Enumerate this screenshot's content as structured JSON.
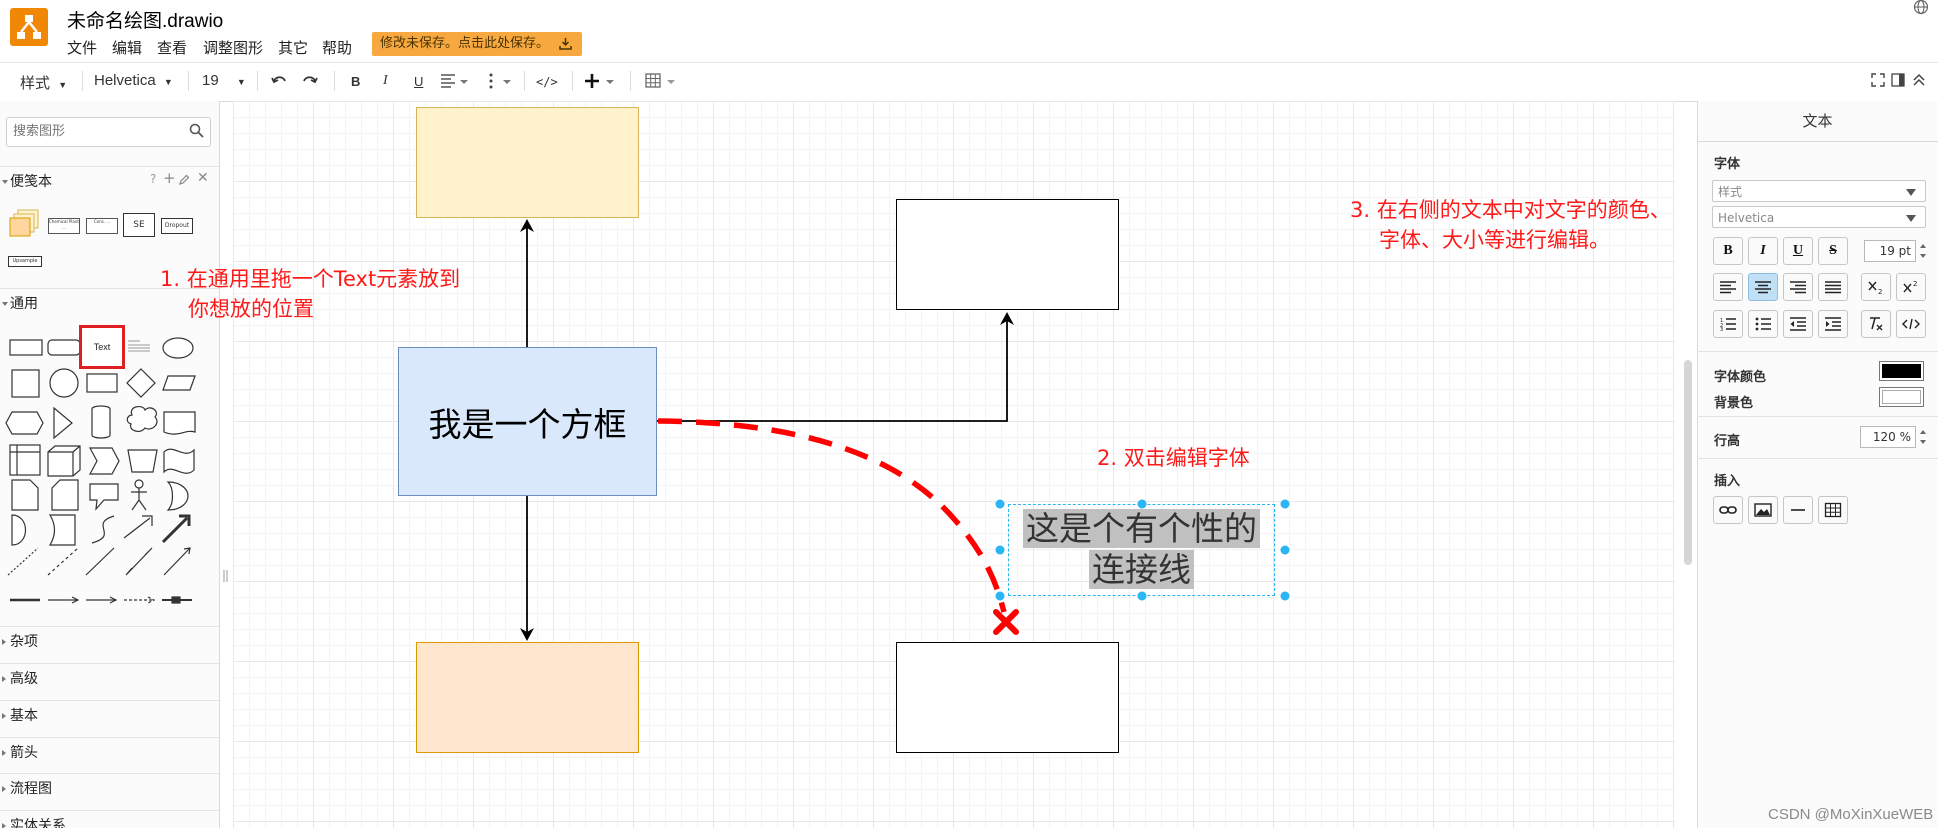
{
  "header": {
    "title": "未命名绘图.drawio",
    "menu": [
      "文件",
      "编辑",
      "查看",
      "调整图形",
      "其它",
      "帮助"
    ],
    "save_notice": "修改未保存。点击此处保存。"
  },
  "toolbar": {
    "style_label": "样式",
    "font_name": "Helvetica",
    "font_size": "19",
    "bold": "B",
    "italic": "I",
    "underline": "U",
    "code": "</>"
  },
  "sidebar": {
    "search_placeholder": "搜索图形",
    "scratchpad_title": "便笺本",
    "scratchpad_actions": "?",
    "scratchpad_items": [
      "Chemical Plant ...",
      "Cons. ...",
      "SE",
      "Dropout",
      "Upsample"
    ],
    "general_title": "通用",
    "text_shape_label": "Text",
    "sections": [
      "杂项",
      "高级",
      "基本",
      "箭头",
      "流程图",
      "实体关系"
    ]
  },
  "canvas": {
    "center_box_text": "我是一个方框",
    "edge_label_line1": "这是个有个性的",
    "edge_label_line2": "连接线",
    "notes": {
      "note1_line1": "1. 在通用里拖一个Text元素放到",
      "note1_line2": "你想放的位置",
      "note2": "2. 双击编辑字体",
      "note3_line1": "3. 在右侧的文本中对文字的颜色、",
      "note3_line2": "字体、大小等进行编辑。"
    },
    "colors": {
      "box_top": "#fff2cc",
      "box_top_border": "#d6b656",
      "box_bottom": "#ffe6cc",
      "box_bottom_border": "#d79b00",
      "box_center": "#dae8fc",
      "box_center_border": "#6c8ebf",
      "annotation": "#ff0000",
      "selection": "#29b6f2"
    }
  },
  "right_panel": {
    "title": "文本",
    "font_label": "字体",
    "style_select": "样式",
    "font_select": "Helvetica",
    "font_size": "19 pt",
    "format_buttons": [
      "B",
      "I",
      "U",
      "S"
    ],
    "font_color_label": "字体颜色",
    "bg_color_label": "背景色",
    "line_height_label": "行高",
    "line_height": "120 %",
    "insert_label": "插入",
    "font_color": "#000000",
    "bg_color": "#ffffff"
  },
  "watermark": "CSDN @MoXinXueWEB"
}
